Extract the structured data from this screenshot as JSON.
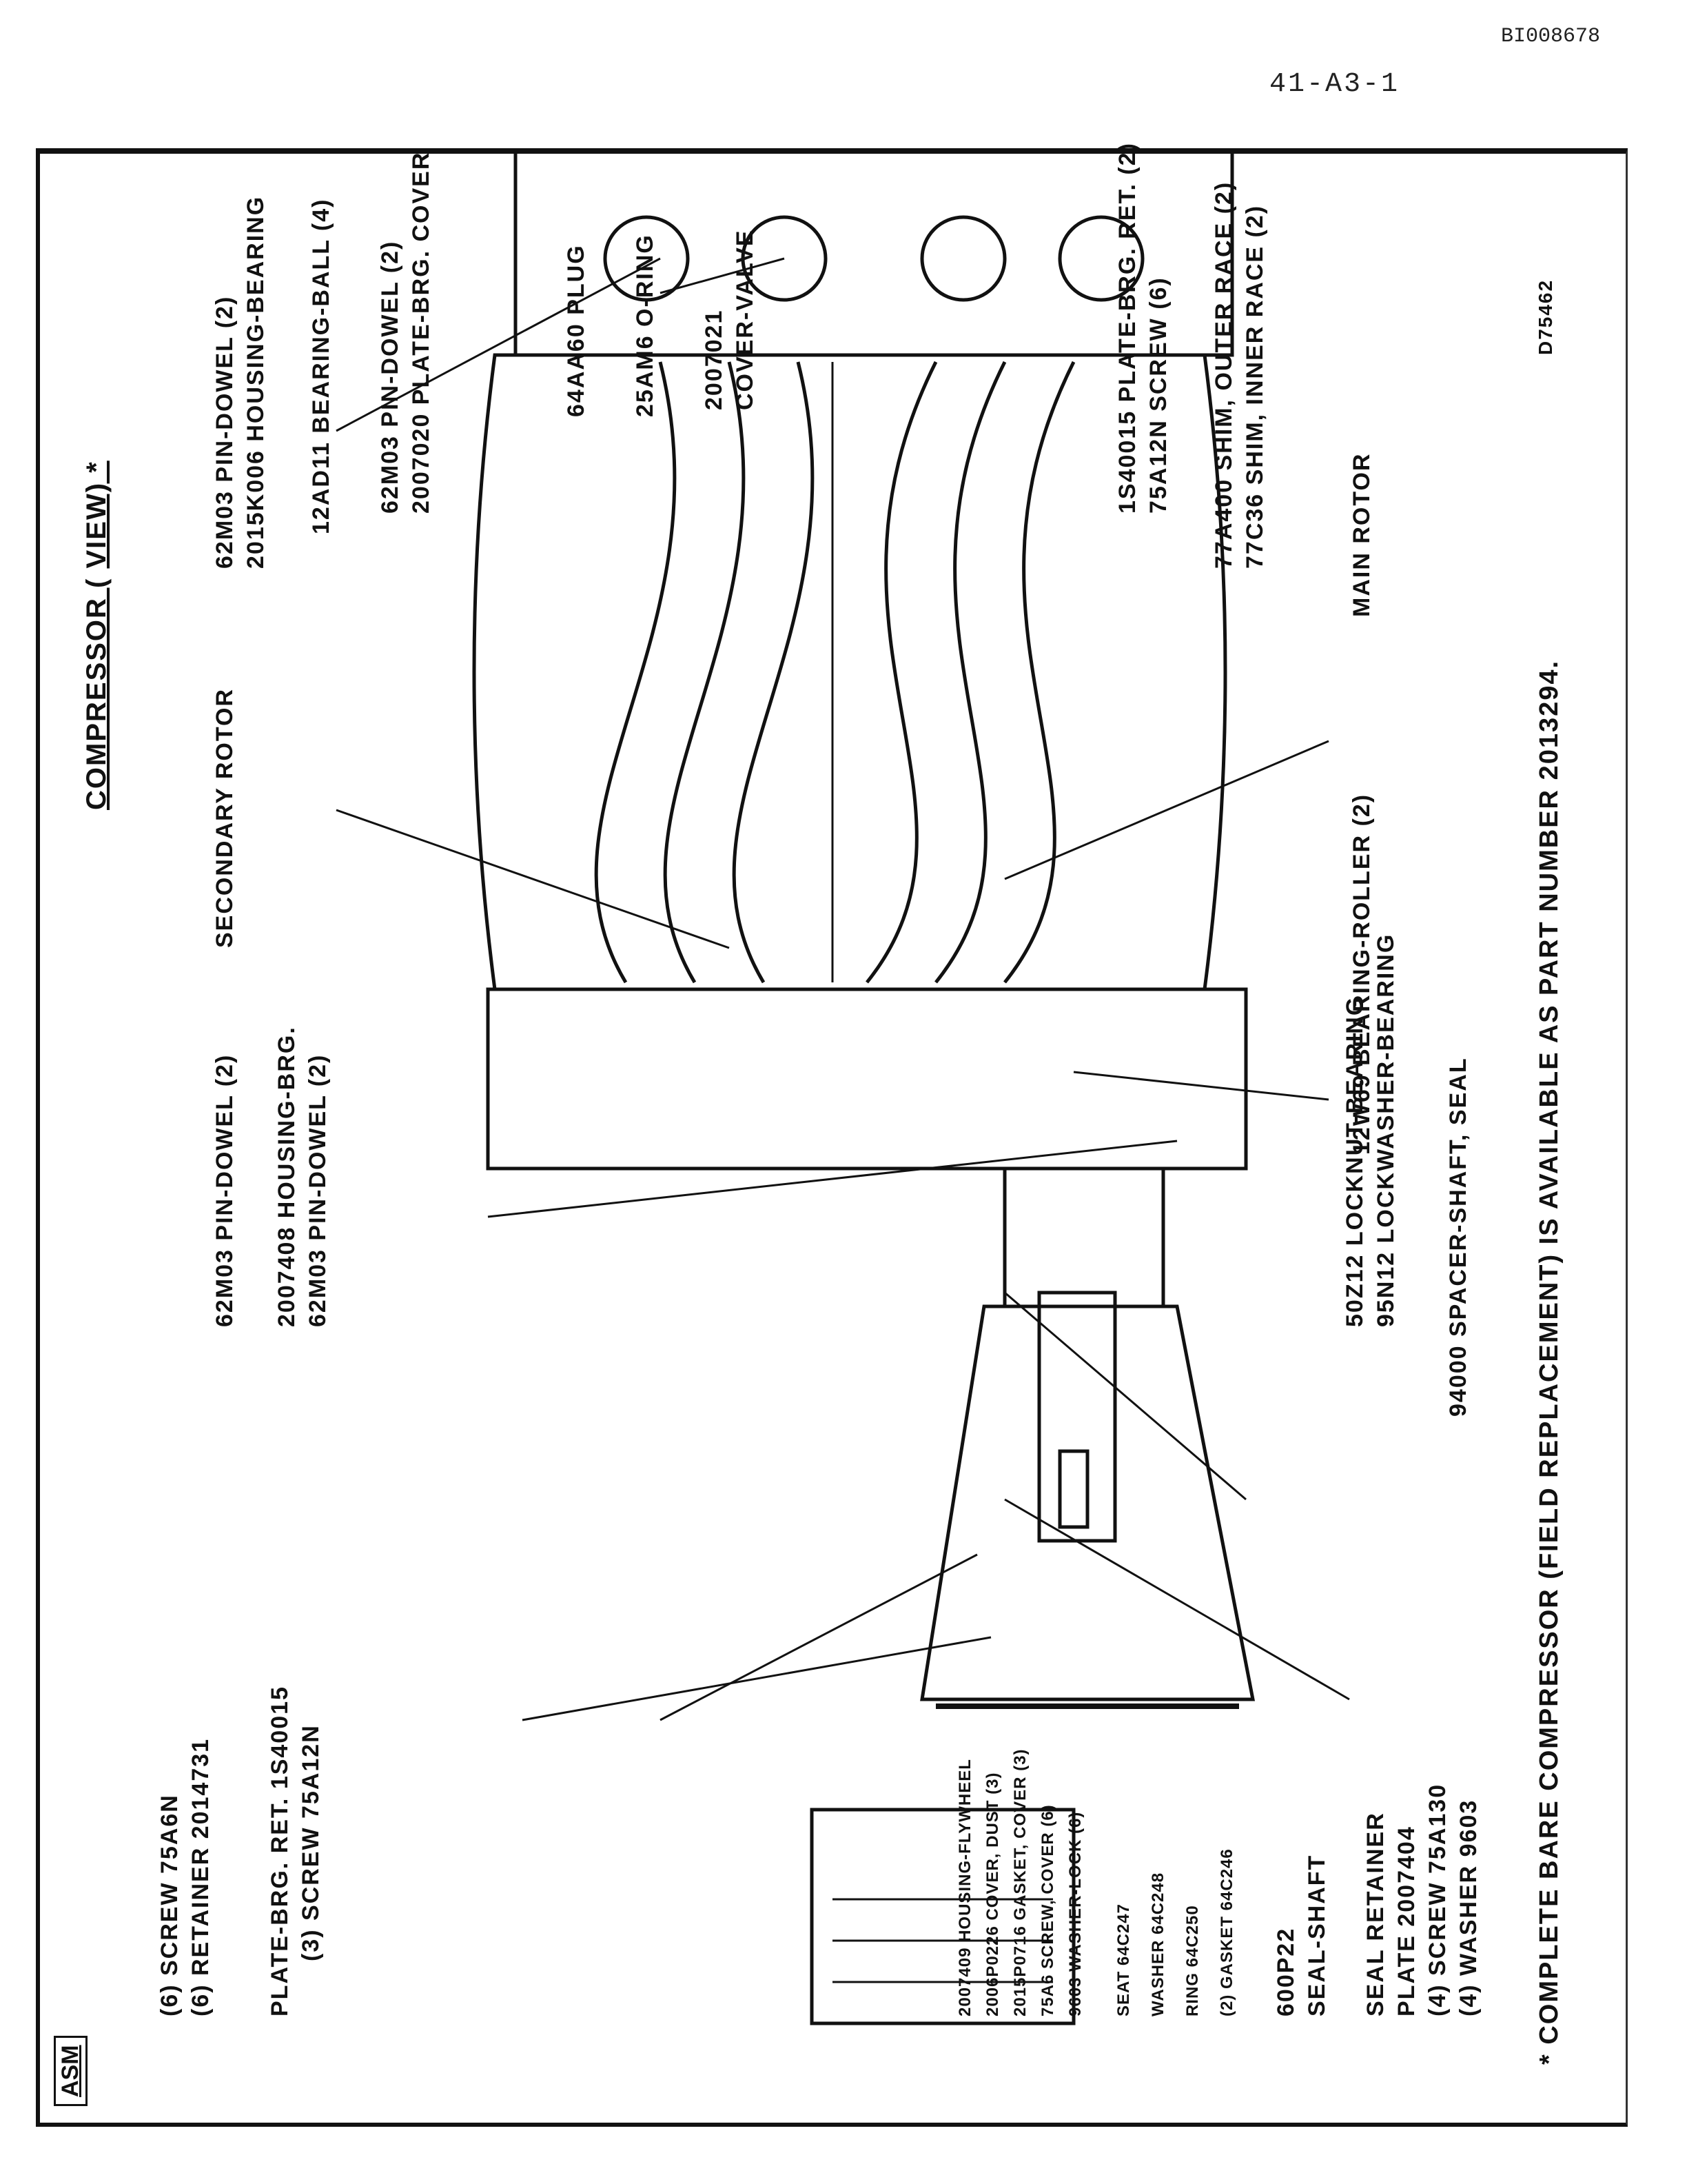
{
  "header": {
    "doc_id": "BI008678",
    "page_ref": "41-A3-1"
  },
  "diagram": {
    "asm": "ASM",
    "title": "Compressor (",
    "title_view": "View) *",
    "drawing_number": "D75462",
    "footnote": "* Complete bare compressor (field replacement) is available as Part Number 2013294.",
    "labels": {
      "screw_6": "(6) Screw 75A6N",
      "retainer_6": "(6) Retainer 2014731",
      "plate_brg_ret": "Plate-Brg. Ret. 1S40015",
      "screw_3": "(3) Screw 75A12N",
      "seat": "Seat 64C247",
      "washer_64c248": "Washer 64C248",
      "ring": "Ring 64C250",
      "gasket_2": "(2) Gasket 64C246",
      "shaft_num": "600P22",
      "shaft_desc": "Seal-Shaft",
      "seal_ret_1": "Seal Retainer",
      "seal_ret_2": "Plate 2007404",
      "screw_4": "(4) Screw 75A130",
      "washer_4": "(4) Washer 9603",
      "hf_1": "2007409 Housing-Flywheel",
      "hf_2": "2006P0226 Cover, Dust (3)",
      "hf_3": "2015P0716 Gasket, Cover (3)",
      "hf_4": "75A6 Screw, Cover (6)",
      "hf_5": "9603 Washer-Lock (6)",
      "dowel_2_left": "62M03 Pin-Dowel (2)",
      "housing_brg_1": "2007408 Housing-Brg.",
      "housing_brg_2": "62M03 Pin-Dowel (2)",
      "secondary_rotor": "Secondary Rotor",
      "dowel_2_top": "62M03 Pin-Dowel (2)",
      "housing_bearing": "2015K006 Housing-Bearing",
      "bearing_ball": "12AD11 Bearing-Ball (4)",
      "dowel_2_mid": "62M03 Pin-Dowel (2)",
      "plate_brg_cover": "2007020 Plate-Brg. Cover",
      "plug": "64AA60 Plug",
      "oring": "25AM6 O-Ring",
      "cover_valve_num": "2007021",
      "cover_valve": "Cover-Valve",
      "plate_brg_ret_2": "1S40015 Plate-Brg. Ret. (2)",
      "screw_6b": "75A12N Screw (6)",
      "shim_outer": "77A400 Shim, Outer Race (2)",
      "shim_inner": "77C36 Shim, Inner Race (2)",
      "main_rotor": "Main Rotor",
      "bearing_roller": "12W69 Bearing-Roller (2)",
      "locknut": "50Z12 Locknut-Bearing",
      "lockwasher": "95N12 Lockwasher-Bearing",
      "spacer": "94000 Spacer-Shaft, Seal"
    }
  }
}
